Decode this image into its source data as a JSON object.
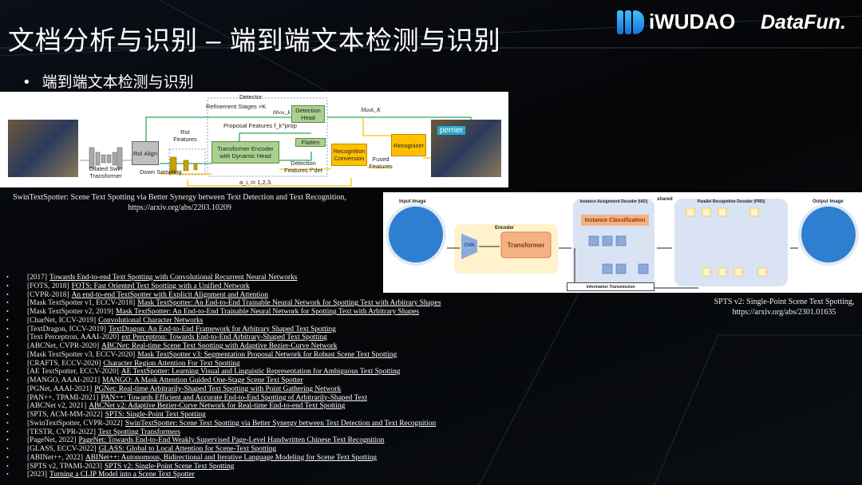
{
  "header": {
    "title": "文档分析与识别 – 端到端文本检测与识别",
    "logo_iwudao": "iWUDAO",
    "logo_datafun": "DataFun."
  },
  "bullet": "端到端文本检测与识别",
  "figure1": {
    "labels": {
      "detector": "Detector",
      "refinement": "Refinement Stages ×K",
      "bbox": "bbox_k",
      "detection_head": "Detection Head",
      "mask": "Mask_K",
      "proposal": "Proposal Features f_k^prop",
      "roi_features": "RoI Features",
      "roi_align": "RoI Align",
      "transformer_encoder": "Transformer Encoder with Dynamic Head",
      "flatten": "Flatten",
      "recognition_conversion": "Recognition Conversion",
      "recognizer": "Recognizer",
      "fused": "Fused Features",
      "detection_features": "Detection Features f^det",
      "dilated": "Dilated Swin Transformer",
      "down_sampling": "Down Sampling",
      "ai": "a_i, i= 1,2,3.",
      "output_word": "perrier"
    },
    "caption": "SwinTextSpotter: Scene Text Spotting via Better Synergy between Text Detection and Text Recognition,",
    "url": "https://arxiv.org/abs/2203.10209"
  },
  "figure2": {
    "labels": {
      "input": "Input Image",
      "encoder": "Encoder",
      "cnn": "CNN",
      "transformer": "Transformer",
      "iad": "Instance Assignment Decoder (IAD)",
      "shared": "shared",
      "prd": "Parallel Recognition Decoder (PRD)",
      "instance_cls": "Instance Classification",
      "info": "Information Transmission",
      "output": "Output Image"
    },
    "caption": "SPTS v2: Single-Point Scene Text Spotting,",
    "url": "https://arxiv.org/abs/2301.01635"
  },
  "references": [
    {
      "tag": "[2017]",
      "title": "Towards End-to-end Text Spotting with Convolutional Recurrent Neural Networks"
    },
    {
      "tag": "[FOTS, 2018]",
      "title": "FOTS: Fast Oriented Text Spotting with a Unified Network"
    },
    {
      "tag": "[CVPR-2018]",
      "title": "An end-to-end TextSpotter with Explicit Alignment and Attention"
    },
    {
      "tag": "[Mask TextSpotter v1, ECCV-2018]",
      "title": "Mask TextSpotter: An End-to-End Trainable Neural Network for Spotting Text with Arbitrary Shapes"
    },
    {
      "tag": "[Mask TextSpotter v2, 2019]",
      "title": "Mask TextSpotter: An End-to-End Trainable Neural Network for Spotting Text with Arbitrary Shapes"
    },
    {
      "tag": "[CharNet, ICCV-2019]",
      "title": "Convolutional Character Networks"
    },
    {
      "tag": "[TextDragon, ICCV-2019]",
      "title": "TextDragon: An End-to-End Framework for Arbitrary Shaped Text Spotting"
    },
    {
      "tag": "[Text Perceptron, AAAI-2020]",
      "title": "ext Perceptron: Towards End-to-End Arbitrary-Shaped Text Spotting"
    },
    {
      "tag": "[ABCNet, CVPR-2020]",
      "title": "ABCNet: Real-time Scene Text Spotting with Adaptive Bezier-Curve Network"
    },
    {
      "tag": "[Mask TextSpotter v3, ECCV-2020]",
      "title": "Mask TextSpotter v3: Segmentation Proposal Network for Robust Scene Text Spotting"
    },
    {
      "tag": "[CRAFTS, ECCV-2020]",
      "title": "Character Region Attention For Text Spotting"
    },
    {
      "tag": "[AE TextSpotter, ECCV-2020]",
      "title": "AE TextSpotter: Learning Visual and Linguistic Representation for Ambiguous Text Spotting"
    },
    {
      "tag": "[MANGO, AAAI-2021]",
      "title": "MANGO: A Mask Attention Guided One-Stage Scene Text Spotter"
    },
    {
      "tag": "[PGNet, AAAI-2021]",
      "title": "PGNet: Real-time Arbitrarily-Shaped Text Spotting with Point Gathering Network"
    },
    {
      "tag": "[PAN++, TPAMI-2021]",
      "title": "PAN++: Towards Efficient and Accurate End-to-End Spotting of Arbitrarily-Shaped Text"
    },
    {
      "tag": "[ABCNet v2, 2021]",
      "title": "ABCNet v2: Adaptive Bezier-Curve Network for Real-time End-to-end Text Spotting"
    },
    {
      "tag": "[SPTS, ACM-MM-2022]",
      "title": "SPTS: Single-Point Text Spotting"
    },
    {
      "tag": "[SwinTextSpotter, CVPR-2022]",
      "title": "SwinTextSpotter: Scene Text Spotting via Better Synergy between Text Detection and Text Recognition"
    },
    {
      "tag": "[TESTR, CVPR-2022]",
      "title": "Text Spotting Transformers"
    },
    {
      "tag": "[PageNet, 2022]",
      "title": "PageNet: Towards End-to-End Weakly Supervised Page-Level Handwritten Chinese Text Recognition"
    },
    {
      "tag": "[GLASS, ECCV-2022]",
      "title": "GLASS: Global to Local Attention for Scene-Text Spotting"
    },
    {
      "tag": "[ABINet++, 2022]",
      "title": "ABINet++: Autonomous, Bidirectional and Iterative Language Modeling for Scene Text Spotting"
    },
    {
      "tag": "[SPTS v2, TPAMI-2023]",
      "title": "SPTS v2: Single-Point Scene Text Spotting"
    },
    {
      "tag": "[2023]",
      "title": "Turning a CLIP Model into a Scene Text Spotter"
    }
  ]
}
